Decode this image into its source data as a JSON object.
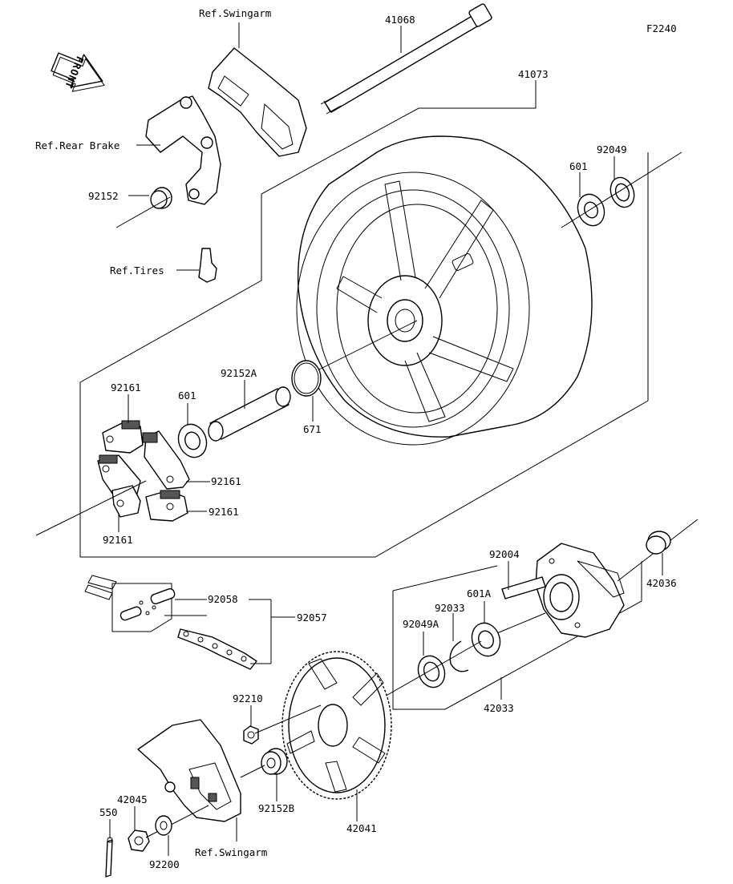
{
  "diagram_code": "F2240",
  "front_arrow": "FRONT",
  "refs": {
    "swingarm_top": "Ref.Swingarm",
    "rear_brake": "Ref.Rear Brake",
    "tires": "Ref.Tires",
    "swingarm_bottom": "Ref.Swingarm"
  },
  "parts": {
    "p41068": "41068",
    "p41073": "41073",
    "p92049": "92049",
    "p601_right": "601",
    "p92152": "92152",
    "p92161_top": "92161",
    "p601_left": "601",
    "p92152A": "92152A",
    "p671": "671",
    "p92161_mid": "92161",
    "p92161_lower": "92161",
    "p92161_bottom": "92161",
    "p92004": "92004",
    "p42036": "42036",
    "p92033": "92033",
    "p601A": "601A",
    "p92049A": "92049A",
    "p42033": "42033",
    "p92058": "92058",
    "p92057": "92057",
    "p92210": "92210",
    "p42045": "42045",
    "p550": "550",
    "p92152B": "92152B",
    "p42041": "42041",
    "p92200": "92200"
  }
}
